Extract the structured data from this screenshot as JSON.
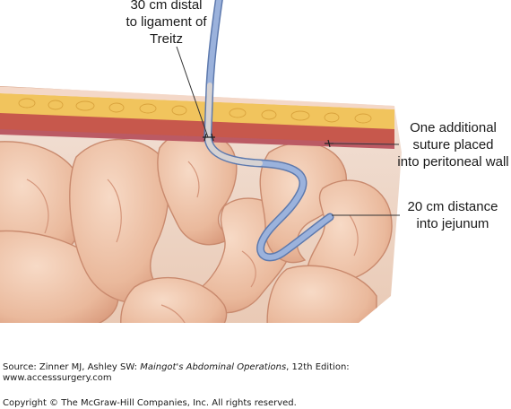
{
  "labels": {
    "top": [
      "30 cm distal",
      "to ligament of",
      "Treitz"
    ],
    "peritoneal": [
      "One additional",
      "suture placed",
      "into peritoneal wall"
    ],
    "jejunum": [
      "20 cm distance",
      "into jejunum"
    ]
  },
  "source": {
    "prefix": "Source: Zinner MJ, Ashley SW: ",
    "book": "Maingot's Abdominal Operations",
    "suffix": ", 12th Edition:",
    "url": "www.accesssurgery.com"
  },
  "copyright": "Copyright © The McGraw-Hill Companies, Inc. All rights reserved.",
  "colors": {
    "fat": "#f1c45d",
    "muscle": "#c7584c",
    "bowel": "#f0c2a7",
    "tube": "#8ea6d3"
  }
}
